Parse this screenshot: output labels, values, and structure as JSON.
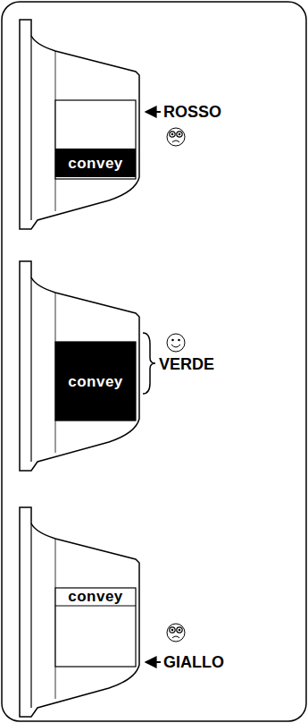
{
  "diagram": {
    "labels": [
      "convey",
      "ROSSO",
      "convey",
      "VERDE",
      "convey",
      "GIALLO"
    ]
  }
}
